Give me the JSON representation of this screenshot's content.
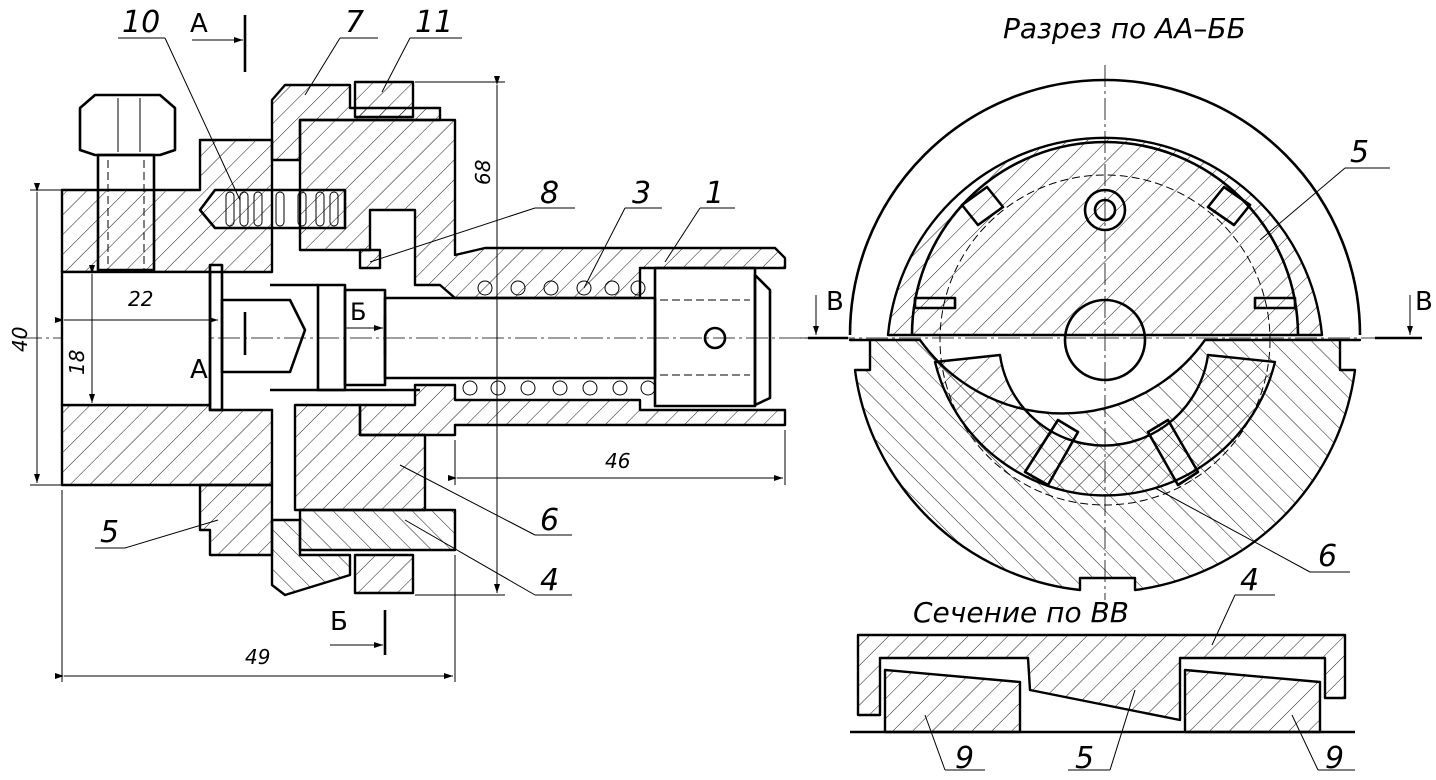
{
  "titles": {
    "section_aa_bb": "Разрез по АА–ББ",
    "section_vv": "Сечение по ВВ"
  },
  "part_numbers": {
    "p10": "10",
    "p7": "7",
    "p11": "11",
    "p8": "8",
    "p3": "3",
    "p1": "1",
    "p5_left": "5",
    "p6_left": "6",
    "p4_left": "4",
    "p5_right": "5",
    "p6_right": "6",
    "p4_bottom": "4",
    "p9_a": "9",
    "p5_bottom": "5",
    "p9_b": "9"
  },
  "dimensions": {
    "d68": "68",
    "d40": "40",
    "d18": "18",
    "d22": "22",
    "d46": "46",
    "d49": "49"
  },
  "section_marks": {
    "a_top": "А",
    "a_bottom": "А",
    "b_mid": "Б",
    "b_bottom": "Б",
    "v_left": "В",
    "v_right": "В"
  }
}
